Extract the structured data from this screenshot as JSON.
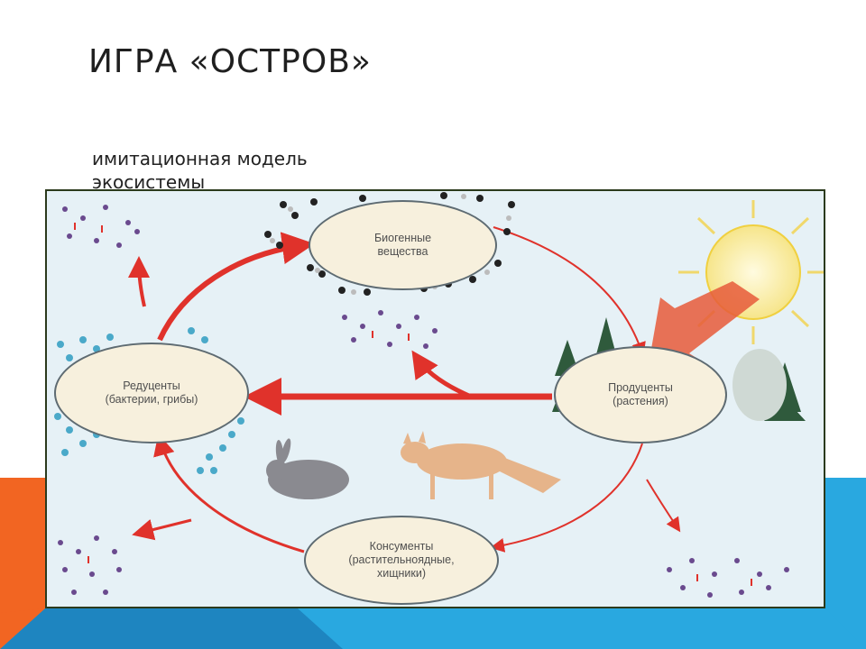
{
  "slide": {
    "title": "ИГРА «ОСТРОВ»",
    "subtitle": "имитационная модель экосистемы"
  },
  "diagram": {
    "nodes": {
      "biogenic": {
        "line1": "Биогенные",
        "line2": "вещества"
      },
      "reducers": {
        "line1": "Редуценты",
        "line2": "(бактерии, грибы)"
      },
      "producers": {
        "line1": "Продуценты",
        "line2": "(растения)"
      },
      "consumers": {
        "line1": "Консументы",
        "line2": "(растительноядные,",
        "line3": "хищники)"
      }
    }
  },
  "colors": {
    "accent_orange": "#f26522",
    "accent_blue": "#29a8e0",
    "arrow_red": "#e0322b",
    "diagram_bg": "#e6f1f6"
  }
}
